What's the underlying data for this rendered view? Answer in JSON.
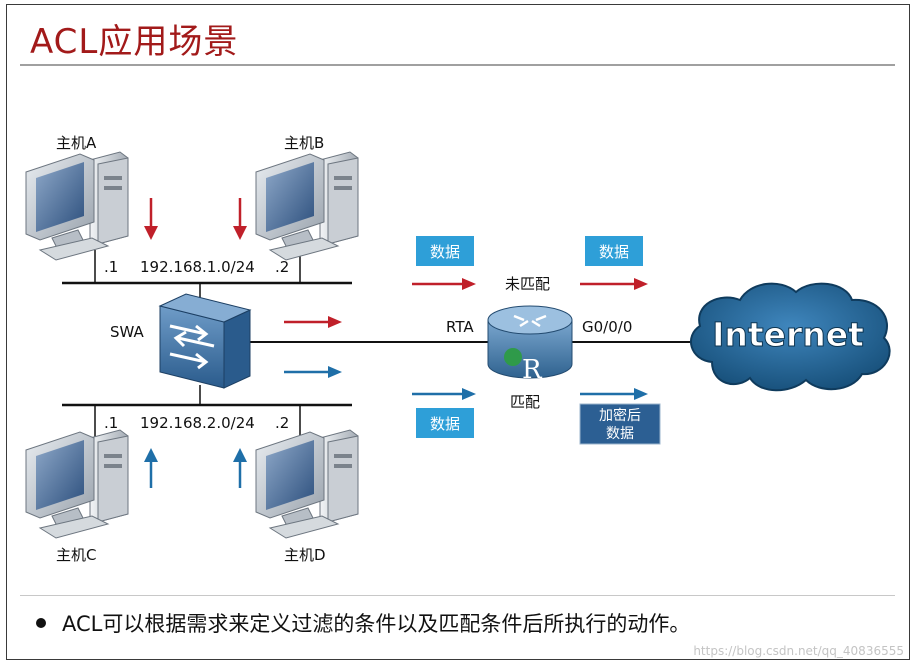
{
  "title": "ACL应用场景",
  "hosts": {
    "a": "主机A",
    "b": "主机B",
    "c": "主机C",
    "d": "主机D"
  },
  "subnets": {
    "top": {
      "network": "192.168.1.0/24",
      "left_addr": ".1",
      "right_addr": ".2"
    },
    "bottom": {
      "network": "192.168.2.0/24",
      "left_addr": ".1",
      "right_addr": ".2"
    }
  },
  "switch_label": "SWA",
  "router_label": "RTA",
  "router_glyph": "R",
  "interface_label": "G0/0/0",
  "internet_label": "Internet",
  "flow": {
    "top_in_label": "数据",
    "top_out_label": "数据",
    "bottom_in_label": "数据",
    "bottom_out_label_line1": "加密后",
    "bottom_out_label_line2": "数据",
    "unmatched_label": "未匹配",
    "matched_label": "匹配"
  },
  "bullet_text": "ACL可以根据需求来定义过滤的条件以及匹配条件后所执行的动作。",
  "watermark": "https://blog.csdn.net/qq_40836555",
  "colors": {
    "title": "#a21a1a",
    "red_arrow": "#c0202a",
    "blue_arrow": "#1f6fa8",
    "tag_fill": "#2e9fd8",
    "dark_tag_fill": "#2c5f93",
    "cloud_fill": "#1f5f8f",
    "router_fill": "#4a7fae",
    "switch_fill": "#3f77a8"
  },
  "icons": {
    "pc": "desktop-computer-icon",
    "switch": "switch-icon",
    "router": "router-icon",
    "cloud": "cloud-icon"
  }
}
